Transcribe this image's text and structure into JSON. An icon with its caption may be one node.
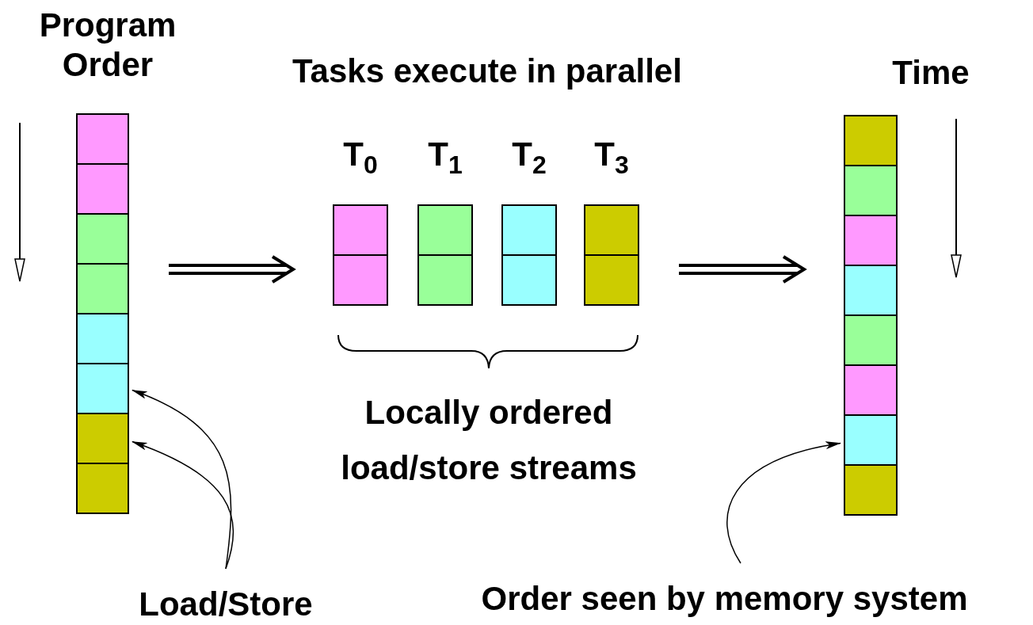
{
  "diagram": {
    "title": "Tasks execute in parallel",
    "nodes": [
      {
        "text": [
          "Program Order"
        ]
      },
      {
        "text": [],
        "shape": "box",
        "in": 0
      },
      {
        "text": [],
        "shape": "box",
        "in": 0
      },
      {
        "text": [],
        "shape": "box",
        "in": 0
      },
      {
        "text": [],
        "shape": "box",
        "in": 0
      },
      {
        "text": [],
        "shape": "box",
        "in": 0
      },
      {
        "text": [],
        "shape": "box",
        "in": 0
      },
      {
        "text": [],
        "shape": "box",
        "in": 0
      },
      {
        "text": [],
        "shape": "box",
        "in": 0
      },
      {
        "text": [
          "T$_{0}$"
        ]
      },
      {
        "text": [],
        "shape": "box",
        "in": 9
      },
      {
        "text": [],
        "shape": "box",
        "in": 9
      },
      {
        "text": [
          "T$_{1}$"
        ]
      },
      {
        "text": [],
        "shape": "box",
        "in": 12
      },
      {
        "text": [],
        "shape": "box",
        "in": 12
      },
      {
        "text": [
          "T$_{2}$"
        ]
      },
      {
        "text": [],
        "shape": "box",
        "in": 15
      },
      {
        "text": [],
        "shape": "box",
        "in": 15
      },
      {
        "text": [
          "T$_{3}$"
        ]
      },
      {
        "text": [],
        "shape": "box",
        "in": 18
      },
      {
        "text": [],
        "shape": "box",
        "in": 18
      },
      {
        "text": [
          "Time"
        ]
      },
      {
        "text": [],
        "shape": "box",
        "in": 21
      },
      {
        "text": [],
        "shape": "box",
        "in": 21
      },
      {
        "text": [],
        "shape": "box",
        "in": 21
      },
      {
        "text": [],
        "shape": "box",
        "in": 21
      },
      {
        "text": [],
        "shape": "box",
        "in": 21
      },
      {
        "text": [],
        "shape": "box",
        "in": 21
      },
      {
        "text": [],
        "shape": "box",
        "in": 21
      },
      {
        "text": [],
        "shape": "box",
        "in": 21
      },
      {
        "text": [
          "Load/Store"
        ]
      },
      {
        "text": [
          "Order seen by memory system"
        ]
      }
    ],
    "edges": [
      {
        "from": 0,
        "to": 9,
        "arrow": "to",
        "style": "thick"
      },
      {
        "from": 18,
        "to": 21,
        "arrow": "to",
        "style": "thick"
      },
      {
        "from": 30,
        "to": 6,
        "arrow": "to"
      },
      {
        "from": 30,
        "to": 7,
        "arrow": "to"
      },
      {
        "from": 31,
        "to": 28,
        "arrow": "to"
      }
    ],
    "labels": [
      "Locally ordered load/store streams"
    ]
  }
}
